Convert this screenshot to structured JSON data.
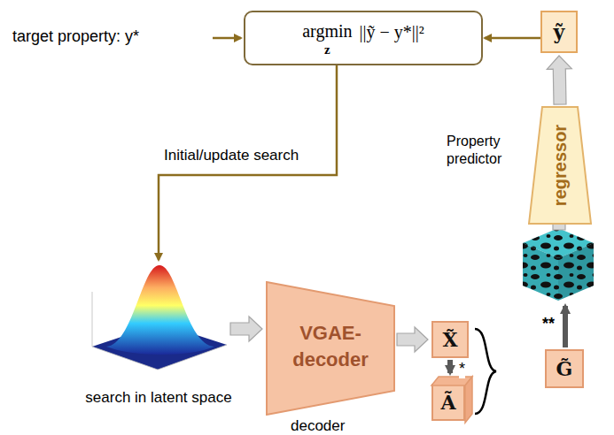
{
  "diagram": {
    "nodes": [
      {
        "text": [
          "argmin",
          "z",
          "||ỹ − y*||²"
        ]
      },
      {
        "text": [
          "ỹ"
        ]
      },
      {
        "text": [
          "Property predictor",
          "regressor"
        ]
      },
      {
        "text": [
          "search in latent space"
        ]
      },
      {
        "text": [
          "VGAE- decoder",
          "decoder"
        ]
      },
      {
        "text": [
          "X̃"
        ]
      },
      {
        "text": [
          "Ã"
        ]
      },
      {
        "text": [
          "G̃"
        ]
      }
    ],
    "edges": [
      {
        "from": 1,
        "to": 0,
        "arrow": "to"
      },
      {
        "from": 0,
        "to": 3,
        "label": "Initial/update search",
        "arrow": "to"
      },
      {
        "from": 3,
        "to": 4,
        "arrow": "to"
      },
      {
        "from": 4,
        "to": 5,
        "arrow": "to"
      },
      {
        "from": 5,
        "to": 6,
        "label": "*",
        "arrow": "to"
      },
      {
        "from": 2,
        "to": 1,
        "arrow": "to"
      }
    ],
    "labels": [
      "target property: y*",
      "**"
    ]
  }
}
